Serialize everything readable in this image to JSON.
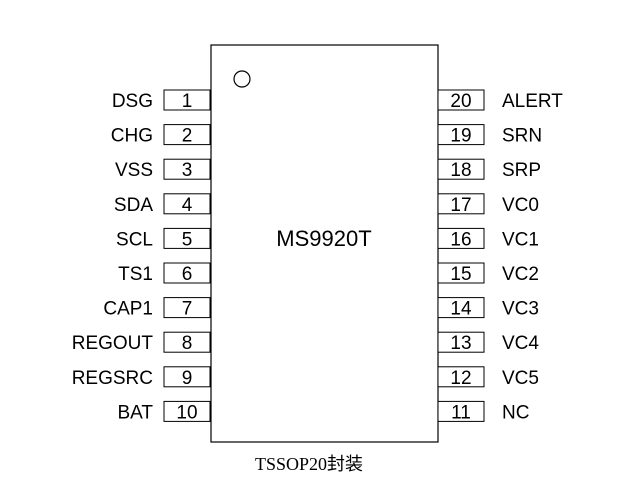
{
  "chip": {
    "name": "MS9920T",
    "package_caption": "TSSOP20封装"
  },
  "pins_left": [
    {
      "number": "1",
      "label": "DSG"
    },
    {
      "number": "2",
      "label": "CHG"
    },
    {
      "number": "3",
      "label": "VSS"
    },
    {
      "number": "4",
      "label": "SDA"
    },
    {
      "number": "5",
      "label": "SCL"
    },
    {
      "number": "6",
      "label": "TS1"
    },
    {
      "number": "7",
      "label": "CAP1"
    },
    {
      "number": "8",
      "label": "REGOUT"
    },
    {
      "number": "9",
      "label": "REGSRC"
    },
    {
      "number": "10",
      "label": "BAT"
    }
  ],
  "pins_right": [
    {
      "number": "20",
      "label": "ALERT"
    },
    {
      "number": "19",
      "label": "SRN"
    },
    {
      "number": "18",
      "label": "SRP"
    },
    {
      "number": "17",
      "label": "VC0"
    },
    {
      "number": "16",
      "label": "VC1"
    },
    {
      "number": "15",
      "label": "VC2"
    },
    {
      "number": "14",
      "label": "VC3"
    },
    {
      "number": "13",
      "label": "VC4"
    },
    {
      "number": "12",
      "label": "VC5"
    },
    {
      "number": "11",
      "label": "NC"
    }
  ],
  "icons": {
    "pin1_marker": "pin1-orientation-dot-icon"
  }
}
